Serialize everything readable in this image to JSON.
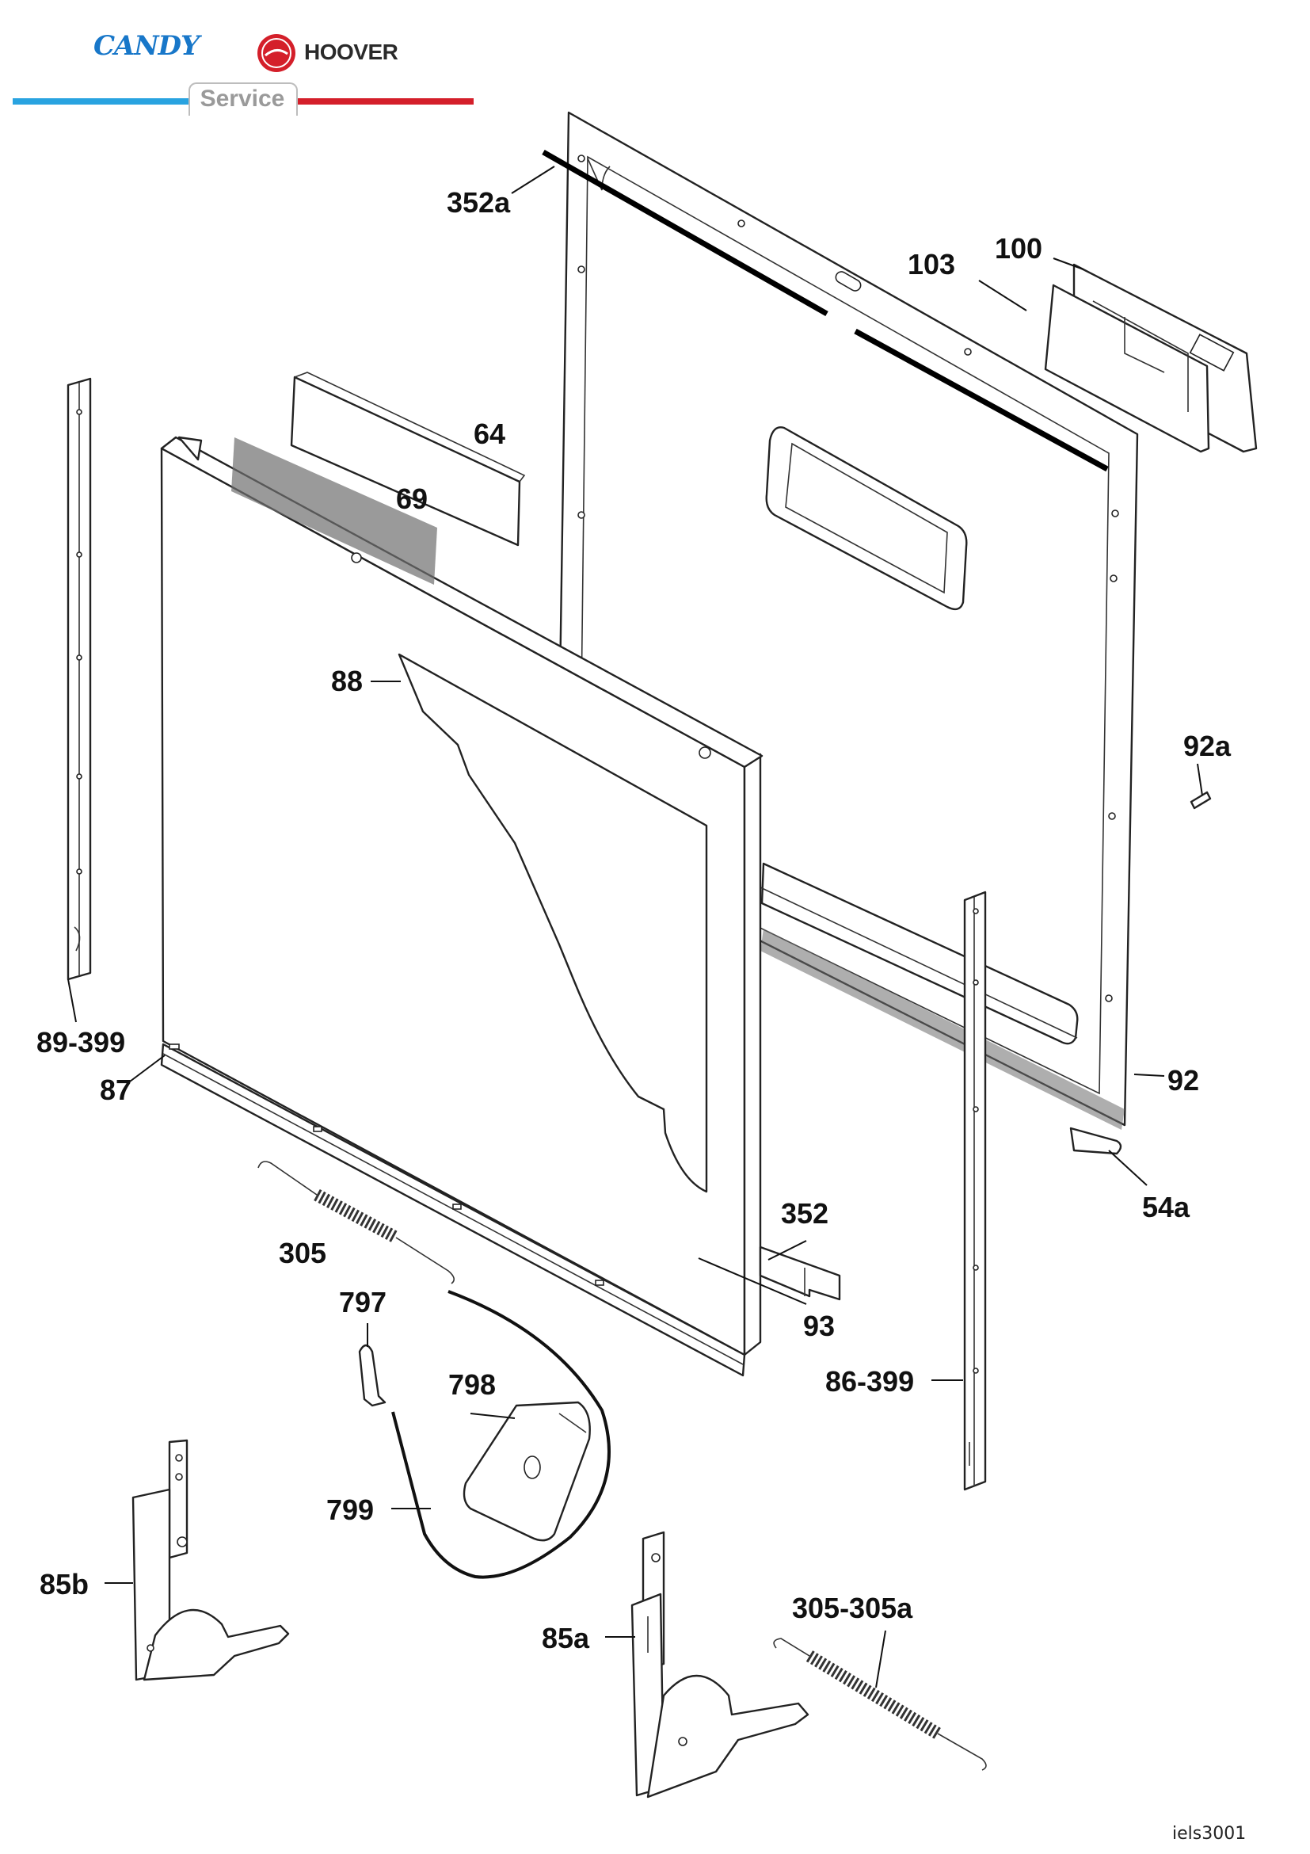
{
  "header": {
    "brand_left": "CANDY",
    "brand_right": "HOOVER",
    "service_label": "Service",
    "colors": {
      "candy_blue": "#1877c9",
      "bar_blue": "#29a3e0",
      "bar_red": "#d41f2a",
      "hoover_red": "#d41f2a"
    }
  },
  "callouts": {
    "c352a": "352a",
    "c103": "103",
    "c100": "100",
    "c64": "64",
    "c69": "69",
    "c88": "88",
    "c92a": "92a",
    "c89_399": "89-399",
    "c87": "87",
    "c92": "92",
    "c54a": "54a",
    "c352": "352",
    "c305": "305",
    "c93": "93",
    "c797": "797",
    "c86_399": "86-399",
    "c798": "798",
    "c799": "799",
    "c85b": "85b",
    "c305_305a": "305-305a",
    "c85a": "85a"
  },
  "footer": {
    "drawing_code": "iels3001"
  }
}
